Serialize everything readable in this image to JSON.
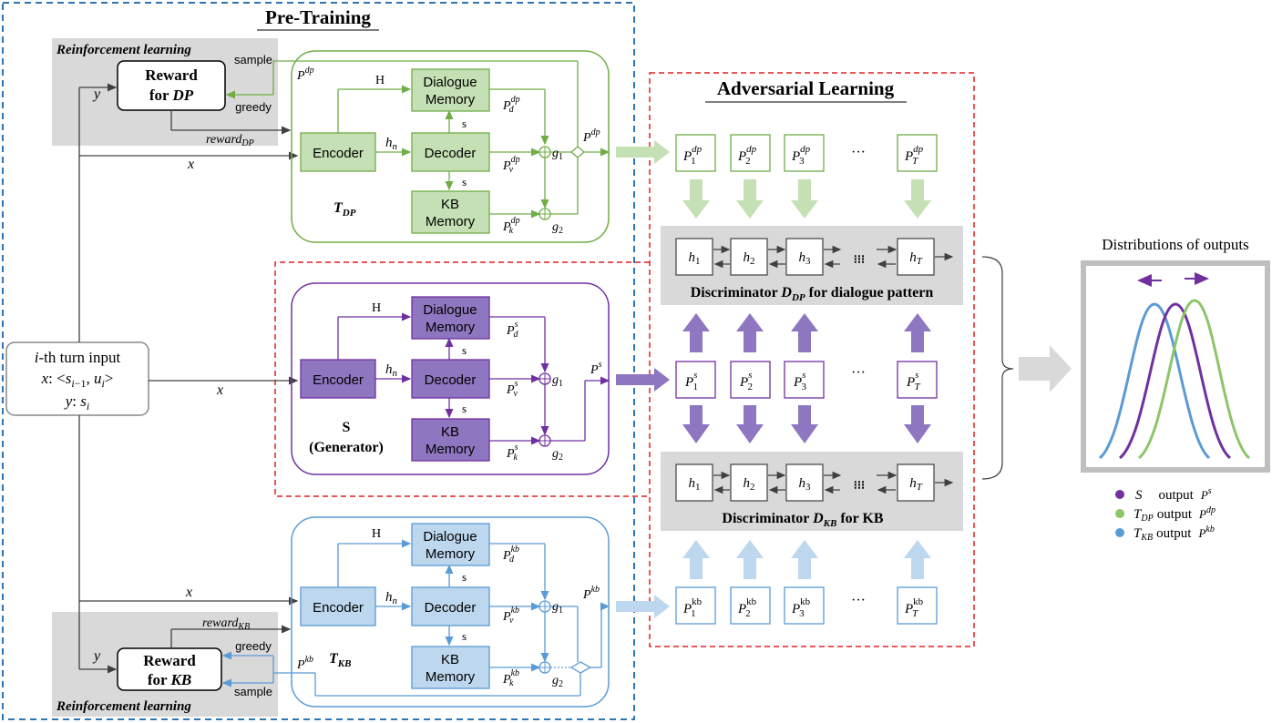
{
  "pretraining": {
    "title": "Pre-Training",
    "rl_label": "Reinforcement learning",
    "reward_dp": [
      "Reward",
      "for DP"
    ],
    "reward_kb": [
      "Reward",
      "for KB"
    ],
    "sample": "sample",
    "greedy": "greedy",
    "reward_dp_signal": "reward_DP",
    "reward_kb_signal": "reward_KB",
    "y": "y",
    "x": "x",
    "p_dp": "P^dp",
    "p_kb": "P^kb"
  },
  "input": {
    "line1": "i-th turn input",
    "line2": "x: <s_{i−1}, u_i>",
    "line3": "y: s_i"
  },
  "module": {
    "encoder": "Encoder",
    "decoder": "Decoder",
    "dialogue_memory": [
      "Dialogue",
      "Memory"
    ],
    "kb_memory": [
      "KB",
      "Memory"
    ],
    "H": "H",
    "h_n": "h_n",
    "s": "s",
    "g1": "g_1",
    "g2": "g_2"
  },
  "models": {
    "tdp": {
      "label": "T_DP",
      "pd": "P_d^dp",
      "pv": "P_v^dp",
      "pk": "P_k^dp",
      "out": "P^dp"
    },
    "s": {
      "label1": "S",
      "label2": "(Generator)",
      "pd": "P_d^s",
      "pv": "P_v^s",
      "pk": "P_k^s",
      "out": "P^s"
    },
    "tkb": {
      "label": "T_KB",
      "pd": "P_d^kb",
      "pv": "P_v^kb",
      "pk": "P_k^kb",
      "out": "P^kb"
    }
  },
  "adversarial": {
    "title": "Adversarial Learning",
    "row_dp": [
      "P_1^dp",
      "P_2^dp",
      "P_3^dp",
      "P_T^dp"
    ],
    "row_s": [
      "P_1^s",
      "P_2^s",
      "P_3^s",
      "P_T^s"
    ],
    "row_kb": [
      "P_1^kb",
      "P_2^kb",
      "P_3^kb",
      "P_T^kb"
    ],
    "hidden": [
      "h_1",
      "h_2",
      "h_3",
      "h_T"
    ],
    "ellipsis": "···",
    "vdots": "⁝⁝⁝",
    "disc_dp": "Discriminator D_DP for dialogue pattern",
    "disc_kb": "Discriminator D_KB for KB"
  },
  "distributions": {
    "title": "Distributions of outputs",
    "legend": [
      {
        "sym": "S",
        "text": "output",
        "p": "P^s",
        "color": "#7030a0"
      },
      {
        "sym": "T_DP",
        "text": "output",
        "p": "P^dp",
        "color": "#8cc56a"
      },
      {
        "sym": "T_KB",
        "text": "output",
        "p": "P^kb",
        "color": "#5b9bd5"
      }
    ]
  },
  "colors": {
    "green_fill": "#c5e0b4",
    "green_stroke": "#70ad47",
    "purple_fill": "#8e76c0",
    "purple_stroke": "#7030a0",
    "blue_fill": "#bdd7ee",
    "blue_stroke": "#5b9bd5",
    "gray_band": "#d9d9d9",
    "dash_blue": "#2e75b6",
    "dash_red": "#e02020"
  }
}
